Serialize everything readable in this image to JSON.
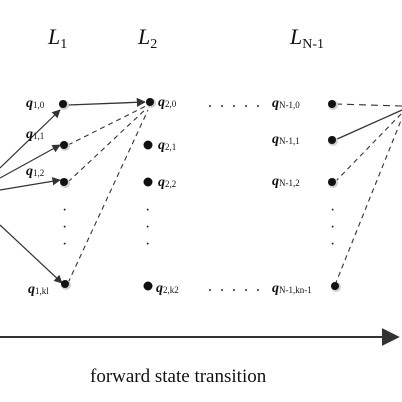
{
  "layers": [
    {
      "id": "L1",
      "main": "L",
      "sub": "1"
    },
    {
      "id": "L2",
      "main": "L",
      "sub": "2"
    },
    {
      "id": "LN-1",
      "main": "L",
      "sub": "N-1"
    }
  ],
  "nodes": [
    {
      "id": "q1_0",
      "main": "q",
      "sub": "1,0"
    },
    {
      "id": "q1_1",
      "main": "q",
      "sub": "1,1"
    },
    {
      "id": "q1_2",
      "main": "q",
      "sub": "1,2"
    },
    {
      "id": "q1_k1",
      "main": "q",
      "sub": "1,kl"
    },
    {
      "id": "q2_0",
      "main": "q",
      "sub": "2,0"
    },
    {
      "id": "q2_1",
      "main": "q",
      "sub": "2,1"
    },
    {
      "id": "q2_2",
      "main": "q",
      "sub": "2,2"
    },
    {
      "id": "q2_k2",
      "main": "q",
      "sub": "2,k2"
    },
    {
      "id": "qN1_0",
      "main": "q",
      "sub": "N-1,0"
    },
    {
      "id": "qN1_1",
      "main": "q",
      "sub": "N-1,1"
    },
    {
      "id": "qN1_2",
      "main": "q",
      "sub": "N-1,2"
    },
    {
      "id": "qN1_kn",
      "main": "q",
      "sub": "N-1,kn-1"
    }
  ],
  "ellipsis": ". . . . .",
  "caption": "forward state transition",
  "colors": {
    "ink": "#111111",
    "dot_shadow": "#cfcfcf",
    "line": "#333333"
  }
}
